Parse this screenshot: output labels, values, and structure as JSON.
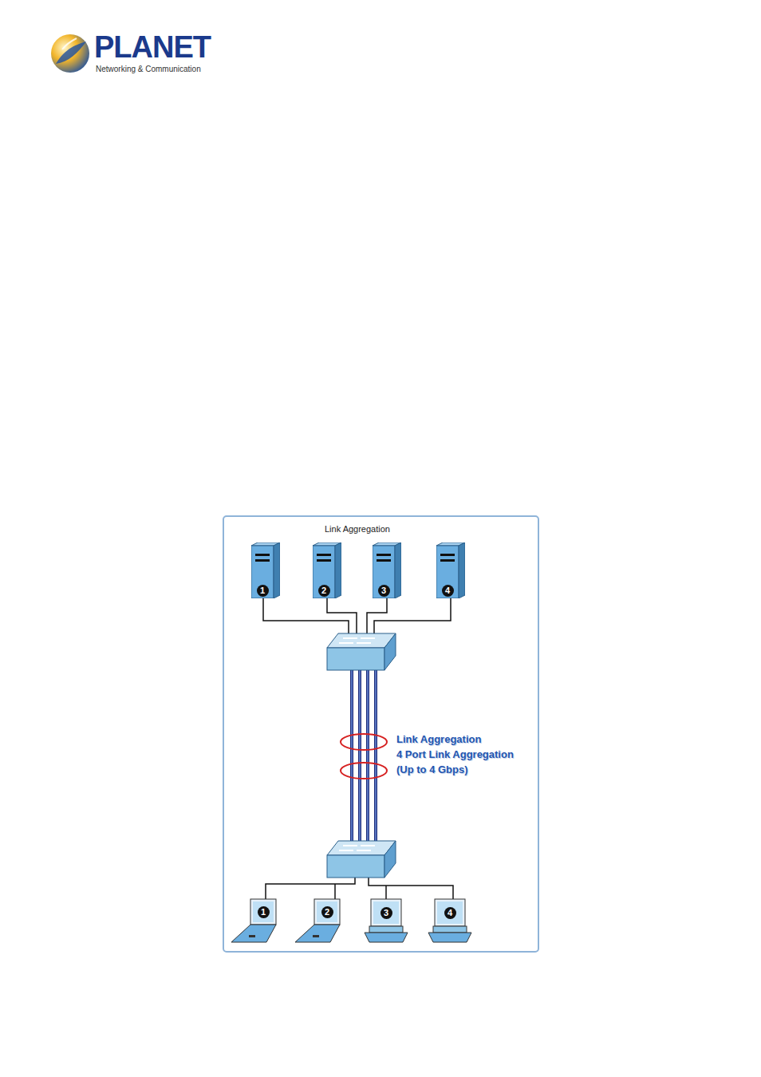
{
  "diagram": {
    "title": "Link Aggregation",
    "nodes": [
      {
        "text": [
          "1"
        ]
      },
      {
        "text": [
          "2"
        ]
      },
      {
        "text": [
          "3"
        ]
      },
      {
        "text": [
          "4"
        ]
      },
      {
        "text": [
          "1"
        ]
      },
      {
        "text": [
          "2"
        ]
      },
      {
        "text": [
          "3"
        ]
      },
      {
        "text": [
          "4"
        ]
      }
    ],
    "labels": [
      "PLANET",
      "Networking & Communication",
      "Link Aggregation",
      "4 Port Link Aggregation",
      "(Up to 4 Gbps)"
    ]
  }
}
